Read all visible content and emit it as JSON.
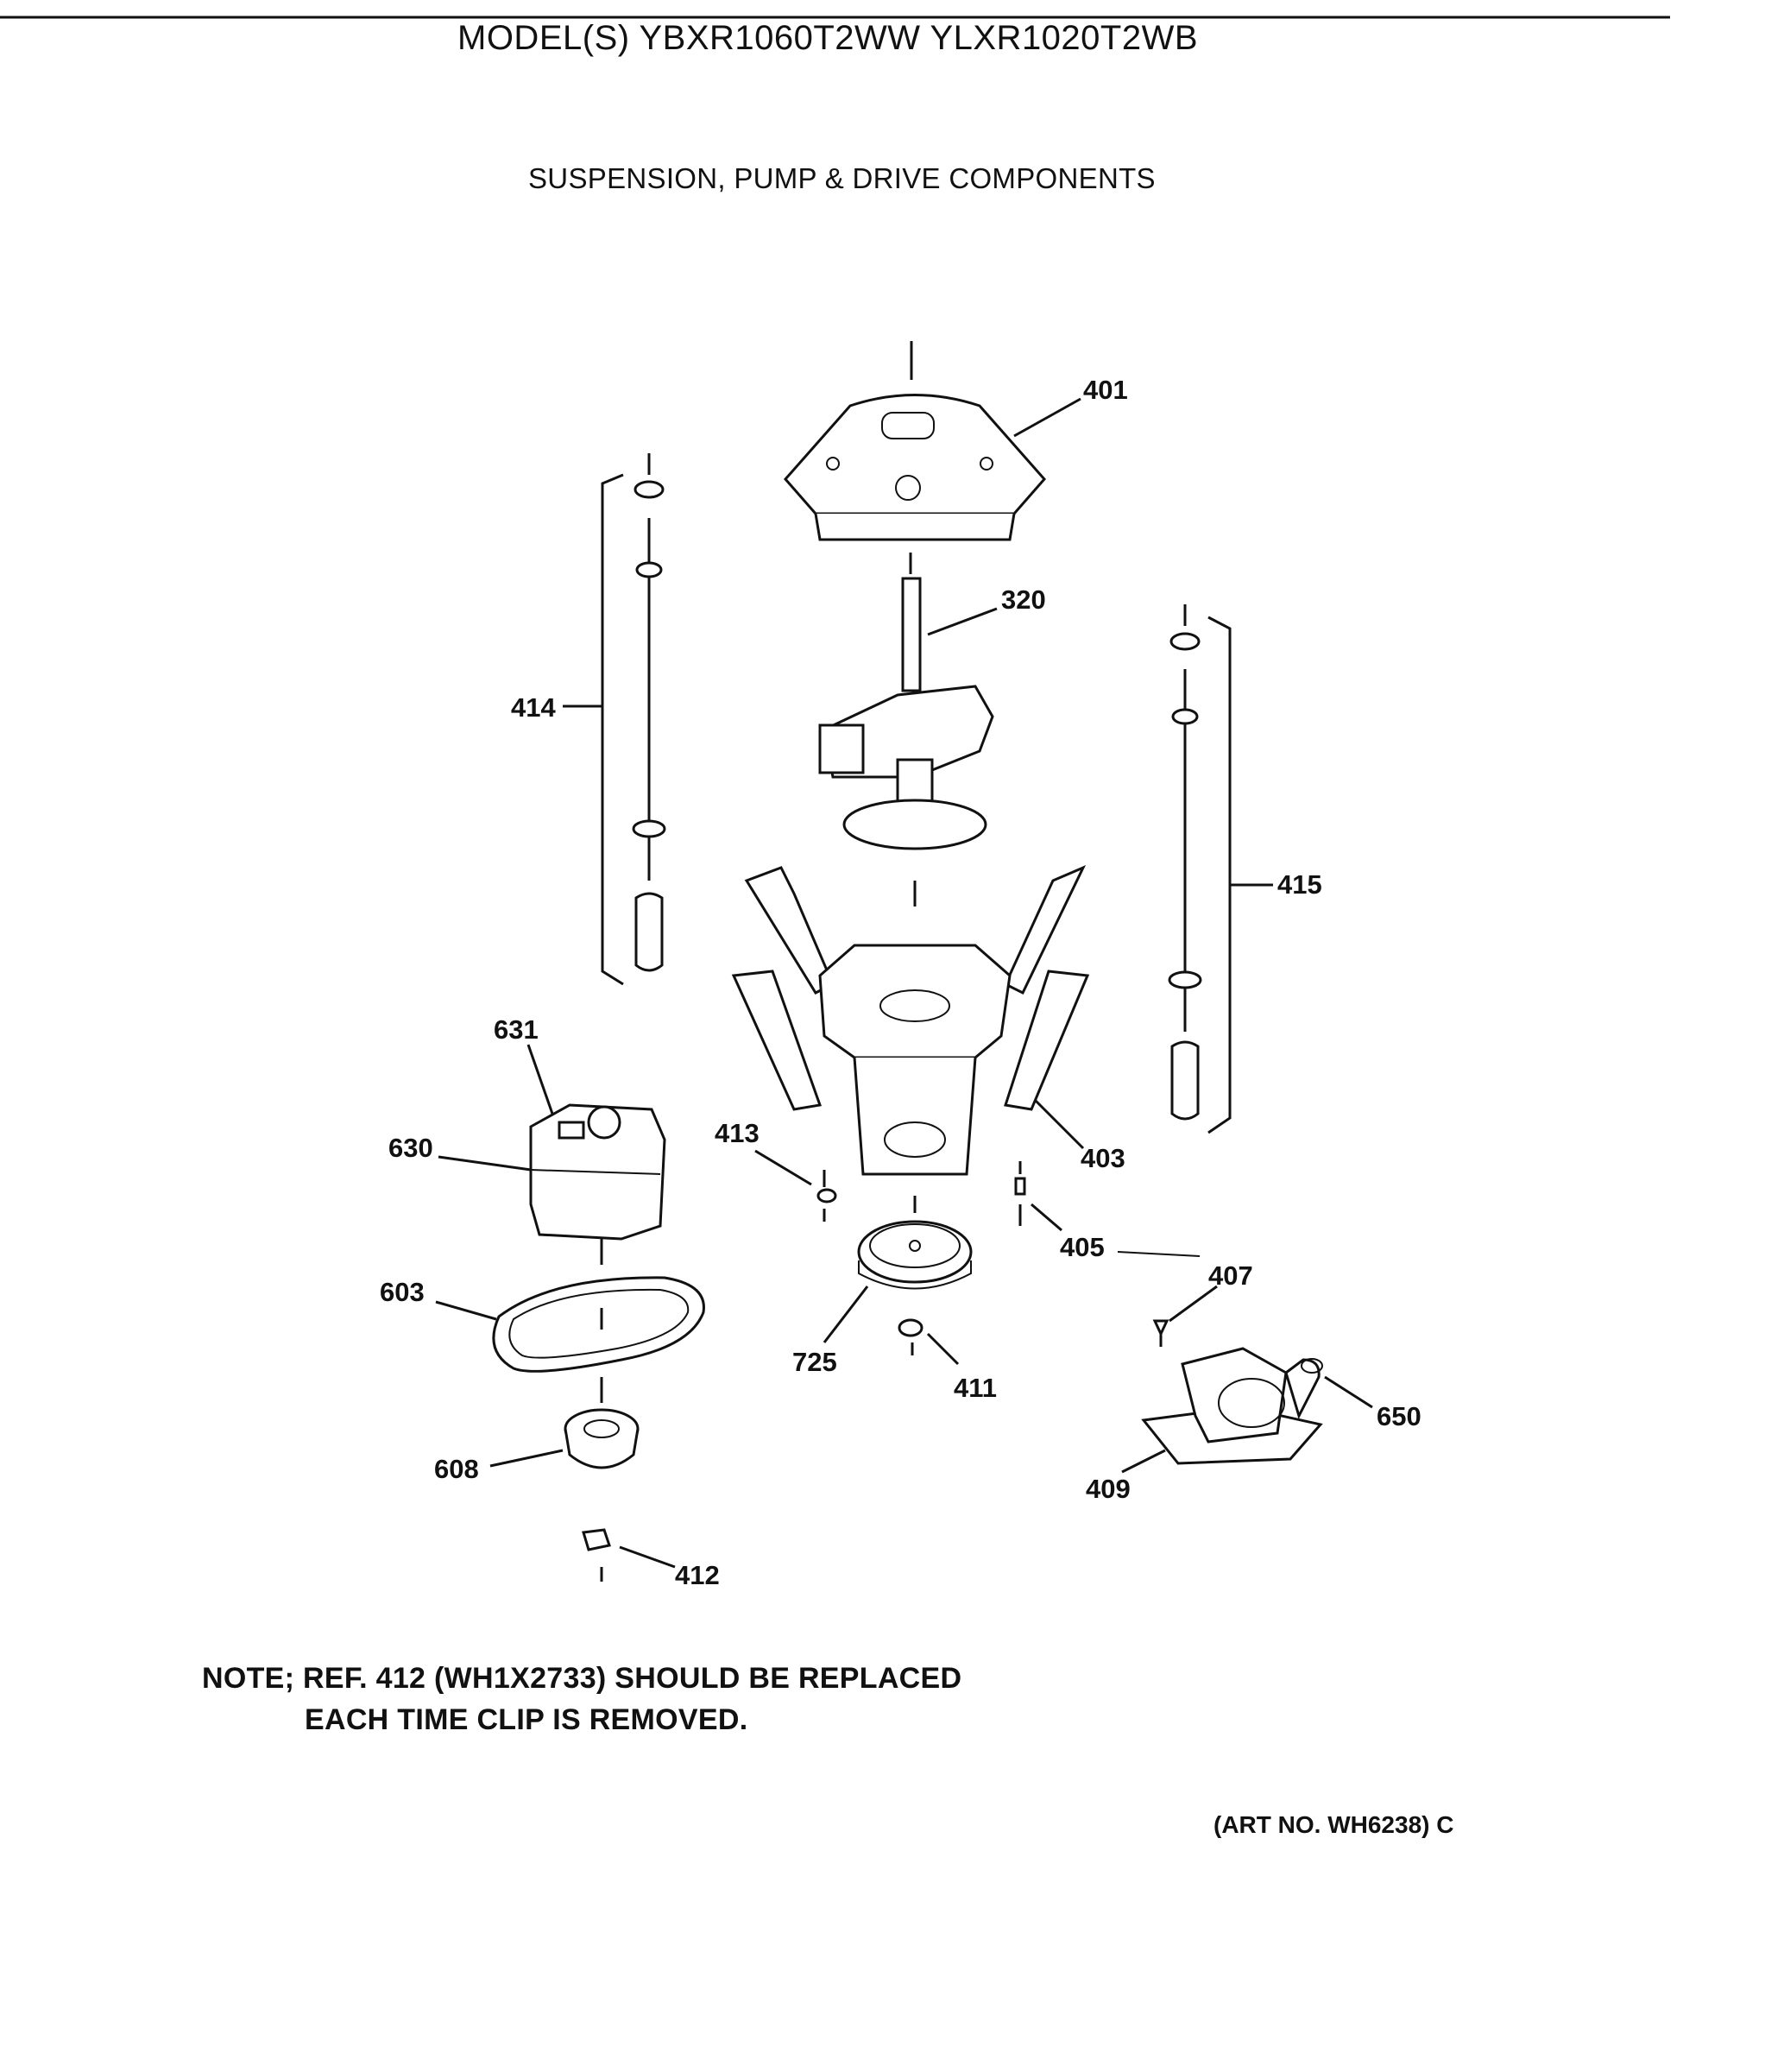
{
  "header": {
    "model_title": "MODEL(S) YBXR1060T2WW YLXR1020T2WB",
    "section_title": "SUSPENSION, PUMP & DRIVE COMPONENTS"
  },
  "callouts": {
    "c401": "401",
    "c320": "320",
    "c414": "414",
    "c415": "415",
    "c631": "631",
    "c630": "630",
    "c413": "413",
    "c403": "403",
    "c405": "405",
    "c407": "407",
    "c603": "603",
    "c725": "725",
    "c411": "411",
    "c650": "650",
    "c608": "608",
    "c409": "409",
    "c412": "412"
  },
  "note": {
    "line1": "NOTE; REF. 412 (WH1X2733) SHOULD BE REPLACED",
    "line2": "EACH TIME CLIP IS REMOVED."
  },
  "art_no": "(ART NO. WH6238) C"
}
